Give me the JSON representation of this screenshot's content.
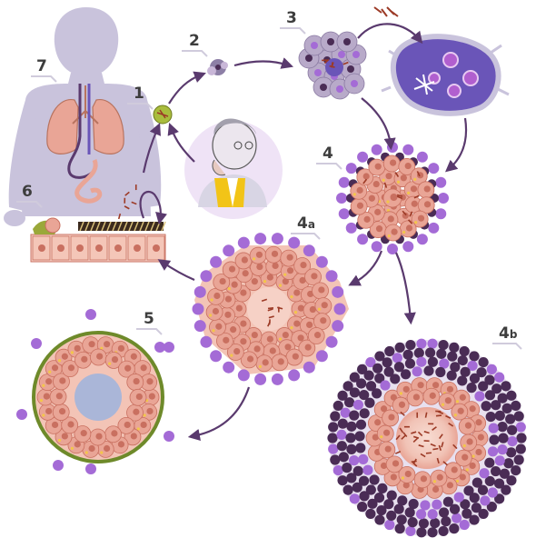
{
  "diagram": {
    "palette": {
      "silhouette": "#c9c3dc",
      "arrow": "#5a3a6e",
      "cell_pink": "#e9a596",
      "cell_pink_light": "#f6d1c6",
      "nucleus": "#c97060",
      "macrophage_purple": "#6a55b8",
      "neutrophil_purple": "#a46bd6",
      "lymphocyte_dark": "#4a2c55",
      "bacteria_red": "#9c3a26",
      "yellow_dots": "#f3c64a",
      "capsule_green": "#6e8a2a",
      "necrosis_blue": "#aab6d8"
    },
    "steps": {
      "s1": {
        "number": "1"
      },
      "s2": {
        "number": "2"
      },
      "s3": {
        "number": "3"
      },
      "s4": {
        "number": "4"
      },
      "s4a": {
        "number": "4",
        "suffix": "a"
      },
      "s4b": {
        "number": "4",
        "suffix": "b"
      },
      "s5": {
        "number": "5"
      },
      "s6": {
        "number": "6"
      },
      "s7": {
        "number": "7"
      }
    }
  }
}
